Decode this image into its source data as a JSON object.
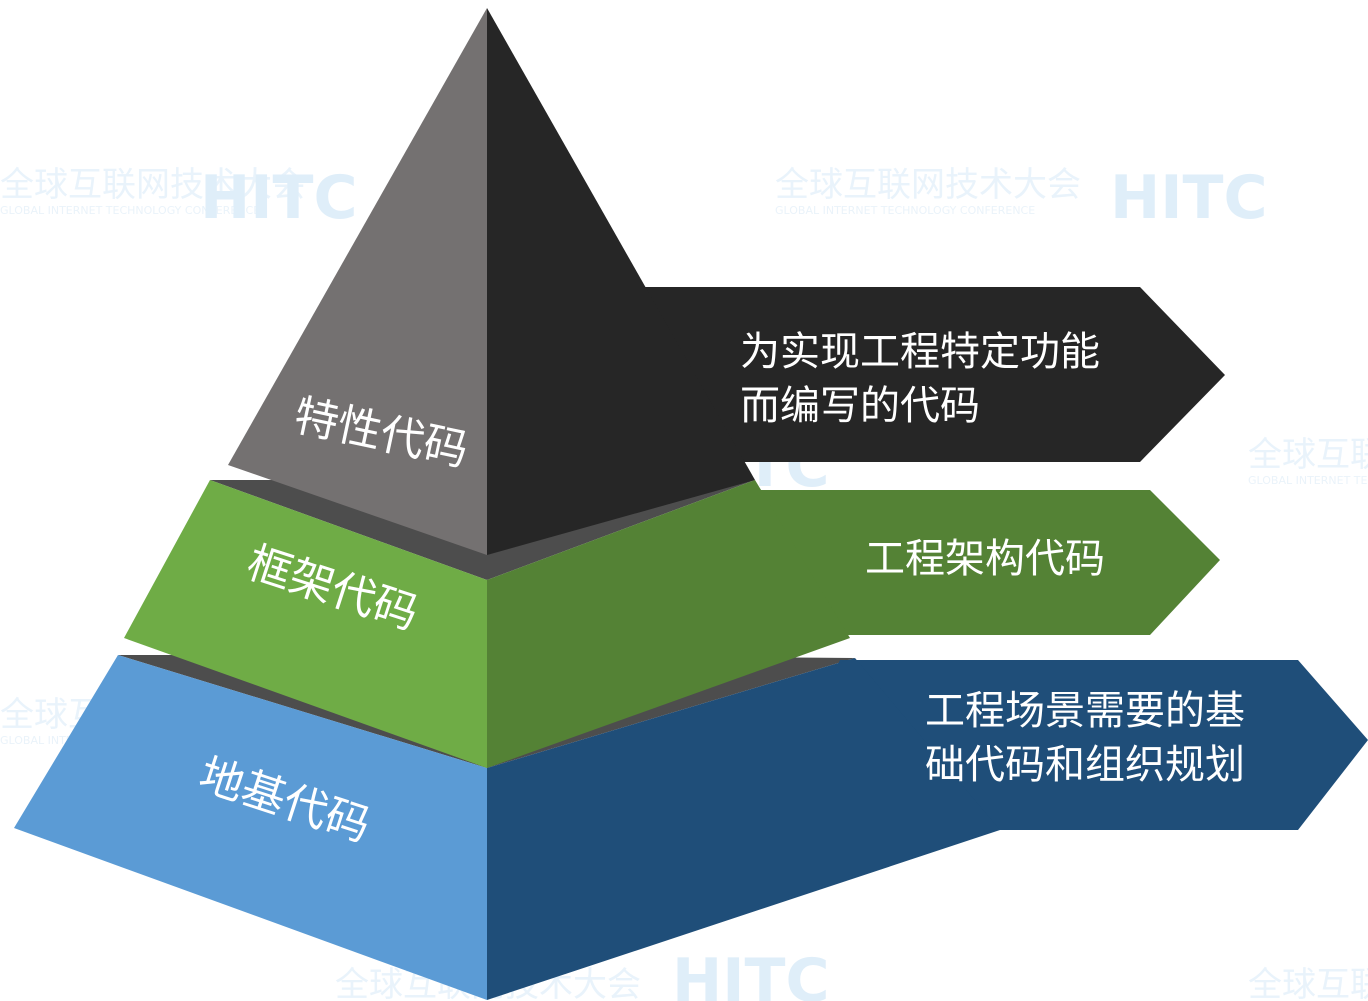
{
  "watermark": {
    "text": "全球互联网技术大会",
    "subtext": "GLOBAL INTERNET TECHNOLOGY CONFERENCE",
    "logo": "HITC"
  },
  "layers": {
    "top": {
      "label": "特性代码",
      "description_line1": "为实现工程特定功能",
      "description_line2": "而编写的代码"
    },
    "middle": {
      "label": "框架代码",
      "description_line1": "工程架构代码"
    },
    "bottom": {
      "label": "地基代码",
      "description_line1": "工程场景需要的基",
      "description_line2": "础代码和组织规划"
    }
  },
  "colors": {
    "top_light": "#747171",
    "top_dark": "#262626",
    "middle_light": "#6fac46",
    "middle_dark": "#548235",
    "bottom_light": "#5b9bd5",
    "bottom_dark": "#1f4e79",
    "gap": "#4d4d4d"
  }
}
